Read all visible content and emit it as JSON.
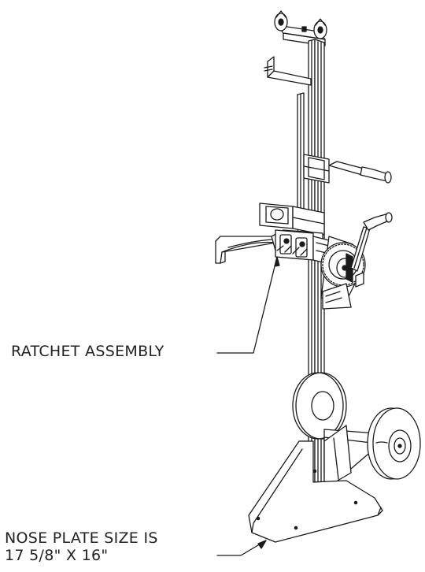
{
  "annotations": {
    "ratchet_assembly": "RATCHET ASSEMBLY",
    "nose_plate_line1": "NOSE PLATE SIZE IS",
    "nose_plate_line2": "17 5/8\" X 16\""
  },
  "colors": {
    "line": "#1a1a1a",
    "background": "#ffffff"
  },
  "icons": [
    "hand-truck-lift-drawing"
  ]
}
